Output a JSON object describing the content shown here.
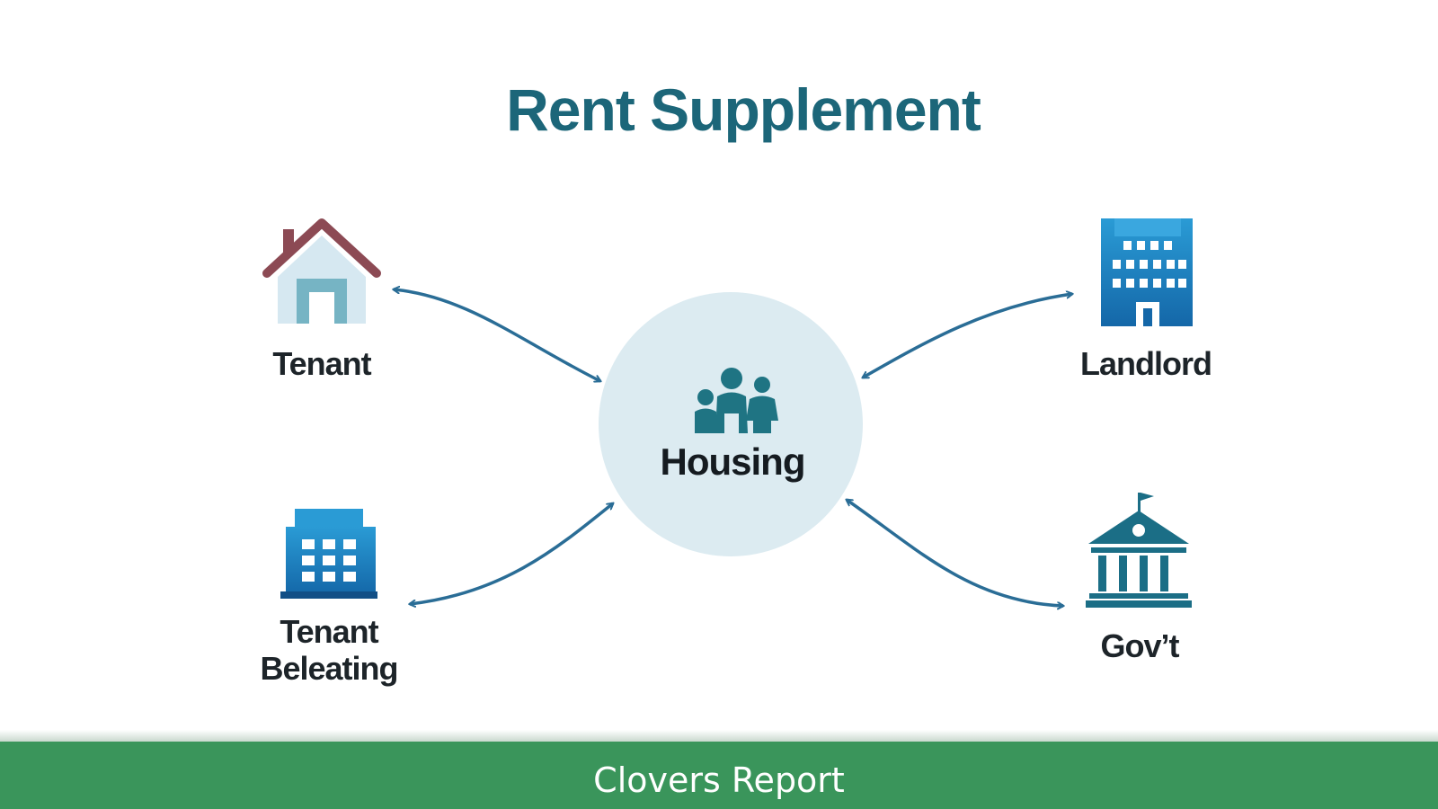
{
  "diagram": {
    "title": "Rent Supplement",
    "hub": {
      "label": "Housing",
      "icon": "family-icon"
    },
    "nodes": [
      {
        "id": "tenant",
        "label": "Tenant",
        "icon": "house-icon"
      },
      {
        "id": "landlord",
        "label": "Landlord",
        "icon": "office-building-icon"
      },
      {
        "id": "tenant-beleating",
        "label_line1": "Tenant",
        "label_line2": "Beleating",
        "icon": "apartment-building-icon"
      },
      {
        "id": "govt",
        "label": "Gov’t",
        "icon": "government-building-icon"
      }
    ],
    "connections": [
      {
        "from": "tenant",
        "to": "hub",
        "style": "double-arrow"
      },
      {
        "from": "landlord",
        "to": "hub",
        "style": "double-arrow"
      },
      {
        "from": "tenant-beleating",
        "to": "hub",
        "style": "double-arrow"
      },
      {
        "from": "govt",
        "to": "hub",
        "style": "double-arrow"
      }
    ],
    "colors": {
      "title": "#1c6679",
      "arrow": "#2a6d96",
      "hub_fill": "#dcebf1",
      "footer": "#3a955b"
    }
  },
  "footer": {
    "text": "Clovers Report"
  }
}
